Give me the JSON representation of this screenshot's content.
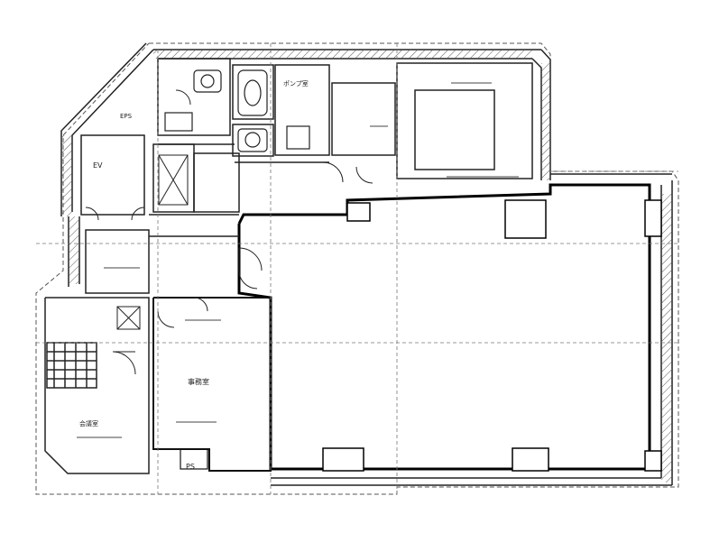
{
  "labels": {
    "eps": "EPS",
    "ev": "EV",
    "ps": "PS",
    "office": "事務室",
    "room_a": "会議室",
    "pump": "ポンプ室"
  },
  "colors": {
    "wall": "#111111",
    "line": "#333333",
    "hatch": "#444444",
    "background": "#ffffff"
  }
}
